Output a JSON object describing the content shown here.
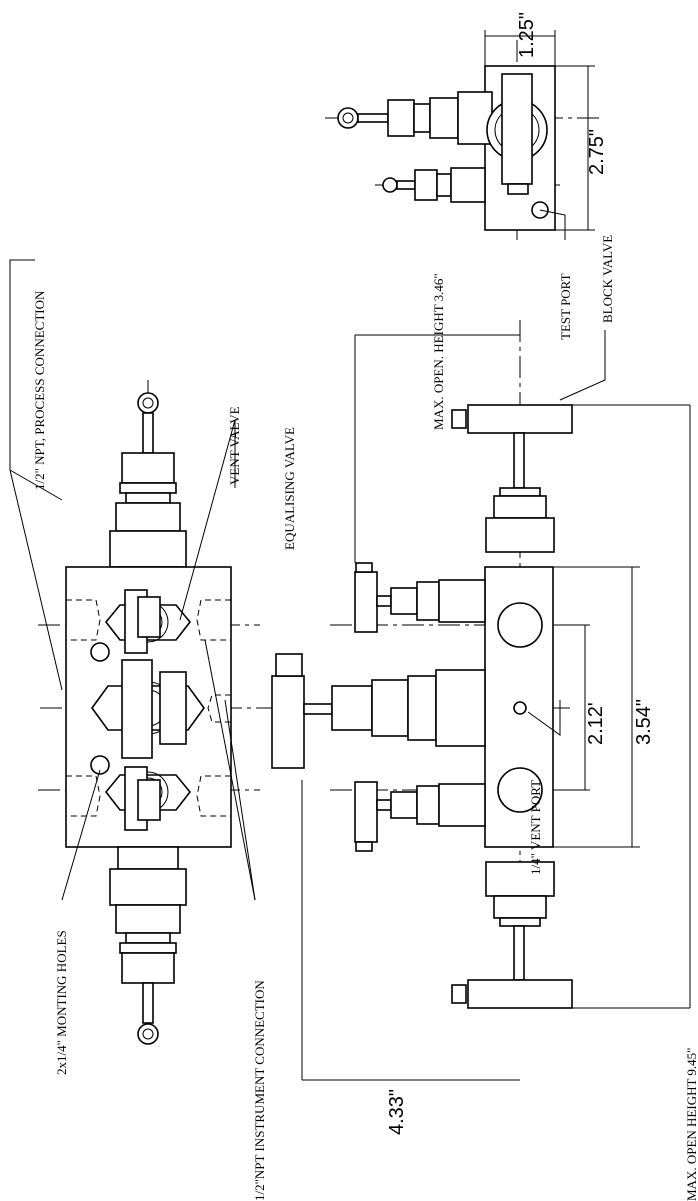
{
  "labels": {
    "process_connection": "1/2\" NPT, PROCESS CONNECTION",
    "vent_valve": "VENT VALVE",
    "equalising_valve": "EQUALISING VALVE",
    "mounting_holes": "2x1/4\" MONTING HOLES",
    "instrument_connection": "1/2\"NPT INSTRUMENT CONNECTION",
    "vent_port": "1/4\" VENT PORT",
    "test_port": "TEST PORT",
    "block_valve": "BLOCK VALVE",
    "max_open_height_small": "MAX. OPEN. HEIGHT 3.46\"",
    "max_open_height_large": "MAX. OPEN HEIGHT 9.45\""
  },
  "dimensions": {
    "width_1": "1.25\"",
    "height_1": "2.75\"",
    "center_spacing": "2.12'",
    "port_spacing": "3.54\"",
    "depth": "4.33\""
  }
}
